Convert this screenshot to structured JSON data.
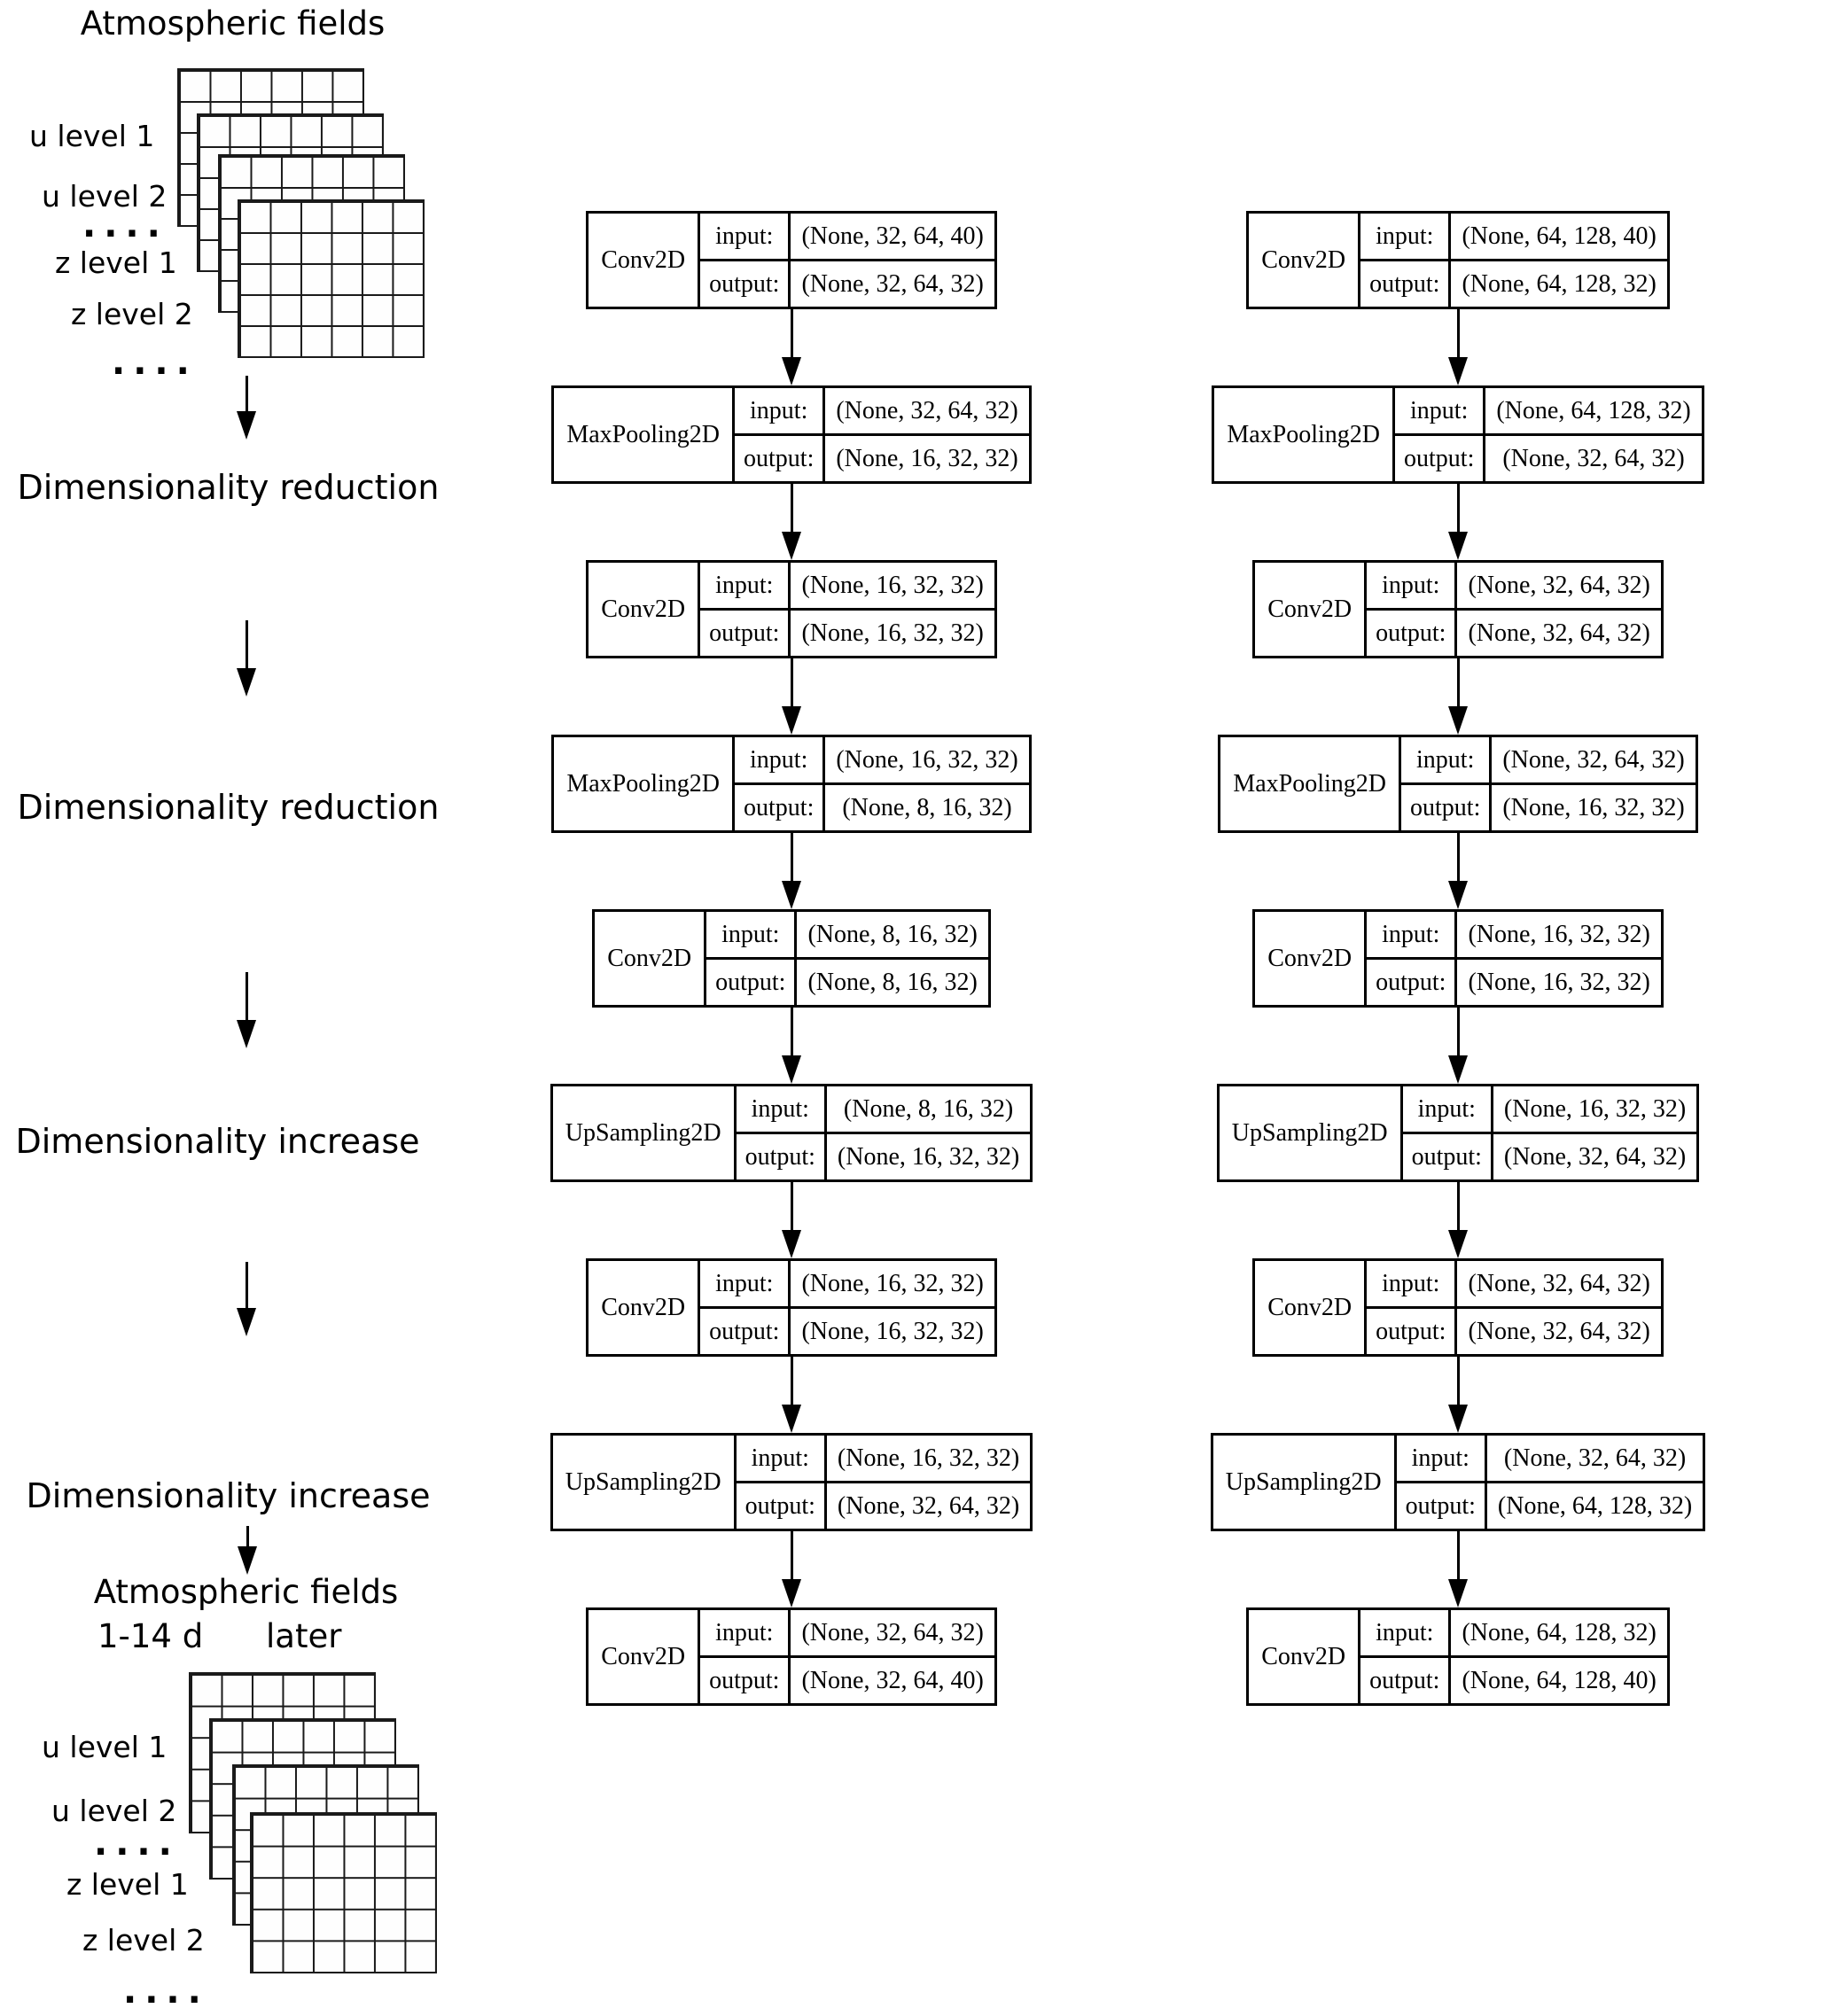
{
  "left_flow": {
    "input_title": "Atmospheric fields",
    "stack_labels": [
      "u level 1",
      "u level 2",
      "....",
      "z level 1",
      "z level 2",
      "...."
    ],
    "steps": [
      "Dimensionality reduction",
      "Dimensionality reduction",
      "Dimensionality increase",
      "Dimensionality increase"
    ],
    "output_title_line1": "Atmospheric fields",
    "output_title_line2_left": "1-14 d",
    "output_title_line2_right": "later"
  },
  "layer_row_labels": {
    "input": "input:",
    "output": "output:"
  },
  "columns": [
    {
      "layers": [
        {
          "name": "Conv2D",
          "input": "(None, 32, 64, 40)",
          "output": "(None, 32, 64, 32)"
        },
        {
          "name": "MaxPooling2D",
          "input": "(None, 32, 64, 32)",
          "output": "(None, 16, 32, 32)"
        },
        {
          "name": "Conv2D",
          "input": "(None, 16, 32, 32)",
          "output": "(None, 16, 32, 32)"
        },
        {
          "name": "MaxPooling2D",
          "input": "(None, 16, 32, 32)",
          "output": "(None, 8, 16, 32)"
        },
        {
          "name": "Conv2D",
          "input": "(None, 8, 16, 32)",
          "output": "(None, 8, 16, 32)"
        },
        {
          "name": "UpSampling2D",
          "input": "(None, 8, 16, 32)",
          "output": "(None, 16, 32, 32)"
        },
        {
          "name": "Conv2D",
          "input": "(None, 16, 32, 32)",
          "output": "(None, 16, 32, 32)"
        },
        {
          "name": "UpSampling2D",
          "input": "(None, 16, 32, 32)",
          "output": "(None, 32, 64, 32)"
        },
        {
          "name": "Conv2D",
          "input": "(None, 32, 64, 32)",
          "output": "(None, 32, 64, 40)"
        }
      ]
    },
    {
      "layers": [
        {
          "name": "Conv2D",
          "input": "(None, 64, 128, 40)",
          "output": "(None, 64, 128, 32)"
        },
        {
          "name": "MaxPooling2D",
          "input": "(None, 64, 128, 32)",
          "output": "(None, 32, 64, 32)"
        },
        {
          "name": "Conv2D",
          "input": "(None, 32, 64, 32)",
          "output": "(None, 32, 64, 32)"
        },
        {
          "name": "MaxPooling2D",
          "input": "(None, 32, 64, 32)",
          "output": "(None, 16, 32, 32)"
        },
        {
          "name": "Conv2D",
          "input": "(None, 16, 32, 32)",
          "output": "(None, 16, 32, 32)"
        },
        {
          "name": "UpSampling2D",
          "input": "(None, 16, 32, 32)",
          "output": "(None, 32, 64, 32)"
        },
        {
          "name": "Conv2D",
          "input": "(None, 32, 64, 32)",
          "output": "(None, 32, 64, 32)"
        },
        {
          "name": "UpSampling2D",
          "input": "(None, 32, 64, 32)",
          "output": "(None, 64, 128, 32)"
        },
        {
          "name": "Conv2D",
          "input": "(None, 64, 128, 32)",
          "output": "(None, 64, 128, 40)"
        }
      ]
    }
  ],
  "colors": {
    "ink": "#000000",
    "grid_line": "#1a1a1a",
    "background": "#ffffff"
  }
}
